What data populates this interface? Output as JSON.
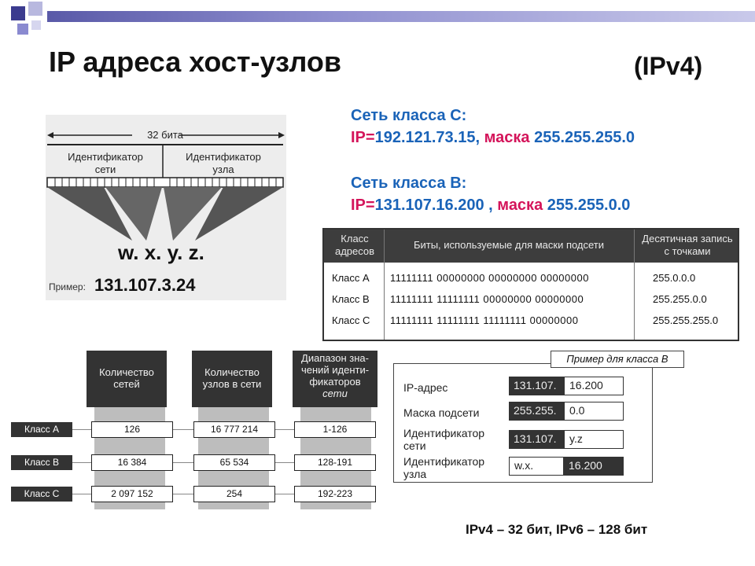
{
  "title": "IP адреса хост-узлов",
  "title_suffix": "(IPv4)",
  "class_c": {
    "heading": "Сеть класса С:",
    "ip_prefix": "IP=",
    "ip": "192.121.73.15,",
    "mask_word": "маска",
    "mask": "255.255.255.0"
  },
  "class_b": {
    "heading": "Сеть класса В:",
    "ip_prefix": "IP=",
    "ip": "131.107.16.200 ,",
    "mask_word": "маска",
    "mask": "255.255.0.0"
  },
  "diagram": {
    "bits_label": "32 бита",
    "net_id": [
      "Идентификатор",
      "сети"
    ],
    "host_id": [
      "Идентификатор",
      "узла"
    ],
    "octets": "w. x. y. z.",
    "example_label": "Пример:",
    "example_value": "131.107.3.24"
  },
  "mask_table": {
    "headers": [
      "Класс адресов",
      "Биты, используемые для маски подсети",
      "Десятичная запись с точками"
    ],
    "header_lines": [
      [
        "Класс",
        "адресов"
      ],
      [
        "Биты, используемые для маски подсети"
      ],
      [
        "Десятичная запись",
        "с точками"
      ]
    ],
    "rows": [
      {
        "cls": "Класс А",
        "bits": "11111111 00000000 00000000 00000000",
        "decimal": "255.0.0.0"
      },
      {
        "cls": "Класс В",
        "bits": "11111111 11111111 00000000 00000000",
        "decimal": "255.255.0.0"
      },
      {
        "cls": "Класс С",
        "bits": "11111111 11111111 11111111 00000000",
        "decimal": "255.255.255.0"
      }
    ]
  },
  "class_stats": {
    "col_networks": [
      "Количество",
      "сетей"
    ],
    "col_hosts": [
      "Количество",
      "узлов в сети"
    ],
    "col_range": [
      "Диапазон зна-",
      "чений иденти-",
      "фикаторов",
      "сети"
    ],
    "rows": [
      {
        "cls": "Класс А",
        "networks": "126",
        "hosts": "16 777 214",
        "range": "1-126"
      },
      {
        "cls": "Класс В",
        "networks": "16 384",
        "hosts": "65 534",
        "range": "128-191"
      },
      {
        "cls": "Класс С",
        "networks": "2 097 152",
        "hosts": "254",
        "range": "192-223"
      }
    ]
  },
  "example_b": {
    "title": "Пример для класса В",
    "ip_label": "IP-адрес",
    "ip_dark": "131.107.",
    "ip_light": "16.200",
    "mask_label": "Маска подсети",
    "mask_dark": "255.255.",
    "mask_light": "0.0",
    "net_label": [
      "Идентификатор",
      "сети"
    ],
    "net_dark": "131.107.",
    "net_light": "y.z",
    "host_label": [
      "Идентификатор",
      "узла"
    ],
    "host_light": "w.x.",
    "host_dark": "16.200"
  },
  "footer": "IPv4 – 32 бит, IPv6 – 128 бит",
  "colors": {
    "blue": "#1a63b8",
    "red": "#d4145a",
    "dark": "#333333"
  }
}
